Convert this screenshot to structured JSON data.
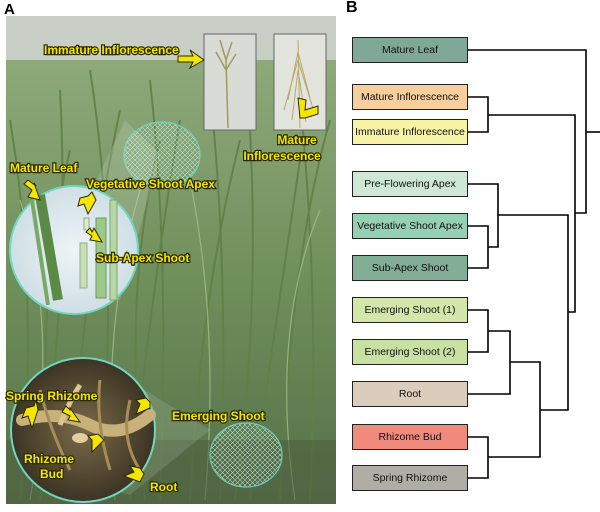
{
  "panel_a": {
    "letter": "A",
    "labels": {
      "immature_inflorescence": "Immature Inflorescence",
      "mature_inflorescence_1": "Mature",
      "mature_inflorescence_2": "Inflorescence",
      "mature_leaf": "Mature Leaf",
      "vegetative_shoot_apex": "Vegetative Shoot Apex",
      "sub_apex_shoot": "Sub-Apex Shoot",
      "spring_rhizome": "Spring Rhizome",
      "emerging_shoot": "Emerging Shoot",
      "rhizome_bud_1": "Rhizome",
      "rhizome_bud_2": "Bud",
      "root": "Root"
    },
    "colors": {
      "label_fill": "#f5e600",
      "label_stroke": "#2a2a00",
      "circle_edge": "#6fd6c0"
    }
  },
  "panel_b": {
    "letter": "B",
    "leaves": [
      {
        "label": "Mature Leaf",
        "color": "#7fa898"
      },
      {
        "label": "Mature Inflorescence",
        "color": "#f7cf9d"
      },
      {
        "label": "Immature Inflorescence",
        "color": "#f7f3a6"
      },
      {
        "label": "Pre-Flowering Apex",
        "color": "#cfe7d5"
      },
      {
        "label": "Vegetative Shoot Apex",
        "color": "#95cfb4"
      },
      {
        "label": "Sub-Apex Shoot",
        "color": "#82ae97"
      },
      {
        "label": "Emerging Shoot (1)",
        "color": "#d3e7aa"
      },
      {
        "label": "Emerging Shoot (2)",
        "color": "#c8e1a3"
      },
      {
        "label": "Root",
        "color": "#dcccbb"
      },
      {
        "label": "Rhizome Bud",
        "color": "#f08a7d"
      },
      {
        "label": "Spring Rhizome",
        "color": "#b0ada6"
      }
    ]
  }
}
